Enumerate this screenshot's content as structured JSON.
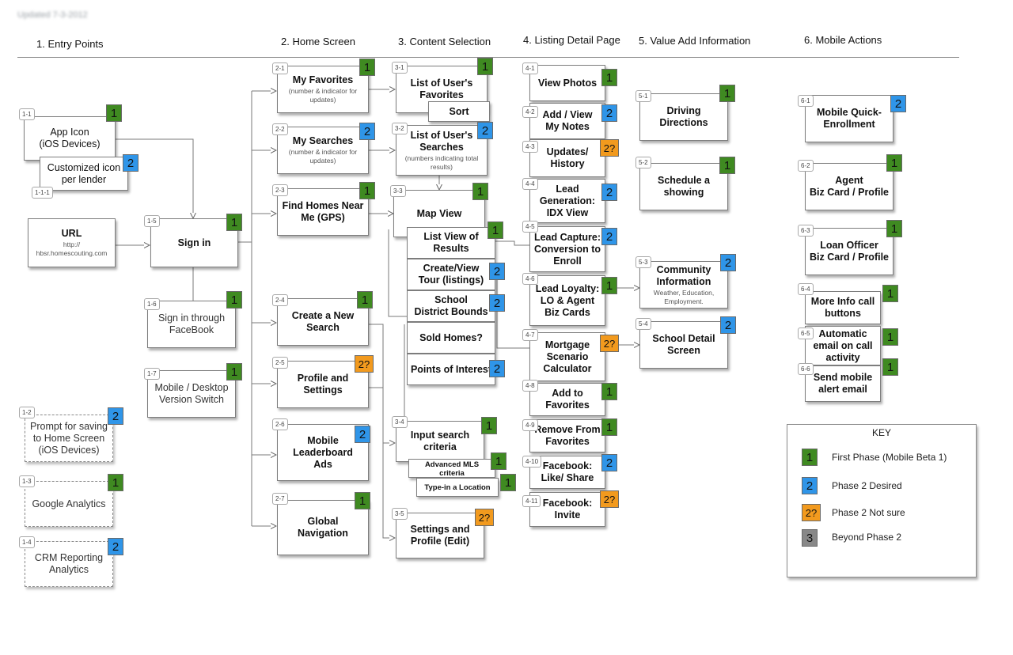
{
  "updated": "Updated 7-3-2012",
  "columns": [
    "1. Entry Points",
    "2. Home Screen",
    "3. Content Selection",
    "4. Listing Detail Page",
    "5. Value Add Information",
    "6. Mobile Actions"
  ],
  "nodes": {
    "n1_1": {
      "id": "1-1",
      "title": "App Icon\n(iOS Devices)",
      "badge": "1",
      "phase": "p1"
    },
    "n1_1_1": {
      "id": "1-1-1",
      "title": "Customized icon\nper lender",
      "badge": "2",
      "phase": "p2"
    },
    "nurl": {
      "title": "URL",
      "sub": "http://\nhbsr.homescouting.com"
    },
    "n1_5": {
      "id": "1-5",
      "title": "Sign in",
      "badge": "1",
      "phase": "p1"
    },
    "n1_6": {
      "id": "1-6",
      "title": "Sign in through\nFaceBook",
      "badge": "1",
      "phase": "p1"
    },
    "n1_7": {
      "id": "1-7",
      "title": "Mobile / Desktop\nVersion Switch",
      "badge": "1",
      "phase": "p1"
    },
    "n1_2": {
      "id": "1-2",
      "title": "Prompt for saving\nto Home Screen\n(iOS Devices)",
      "badge": "2",
      "phase": "p2"
    },
    "n1_3": {
      "id": "1-3",
      "title": "Google Analytics",
      "badge": "1",
      "phase": "p1"
    },
    "n1_4": {
      "id": "1-4",
      "title": "CRM Reporting\nAnalytics",
      "badge": "2",
      "phase": "p2"
    },
    "n2_1": {
      "id": "2-1",
      "title": "My Favorites",
      "sub": "(number & indicator for\nupdates)",
      "badge": "1",
      "phase": "p1"
    },
    "n2_2": {
      "id": "2-2",
      "title": "My Searches",
      "sub": "(number & indicator for\nupdates)",
      "badge": "2",
      "phase": "p2"
    },
    "n2_3": {
      "id": "2-3",
      "title": "Find Homes Near\nMe (GPS)",
      "badge": "1",
      "phase": "p1"
    },
    "n2_4": {
      "id": "2-4",
      "title": "Create a New\nSearch",
      "badge": "1",
      "phase": "p1"
    },
    "n2_5": {
      "id": "2-5",
      "title": "Profile and\nSettings",
      "badge": "2?",
      "phase": "p3"
    },
    "n2_6": {
      "id": "2-6",
      "title": "Mobile\nLeaderboard\nAds",
      "badge": "2",
      "phase": "p2"
    },
    "n2_7": {
      "id": "2-7",
      "title": "Global\nNavigation",
      "badge": "1",
      "phase": "p1"
    },
    "n3_1": {
      "id": "3-1",
      "title": "List of User's\nFavorites",
      "badge": "1",
      "phase": "p1"
    },
    "nsort": {
      "title": "Sort"
    },
    "n3_2": {
      "id": "3-2",
      "title": "List of User's\nSearches",
      "sub": "(numbers indicating total\nresults)",
      "badge": "2",
      "phase": "p2"
    },
    "n3_3": {
      "id": "3-3",
      "title": "Map View",
      "badge": "1",
      "phase": "p1"
    },
    "nlist": {
      "title": "List View of\nResults",
      "badge": "1",
      "phase": "p1"
    },
    "ntour": {
      "title": "Create/View\nTour (listings)",
      "badge": "2",
      "phase": "p2"
    },
    "nschool": {
      "title": "School\nDistrict Bounds",
      "badge": "2",
      "phase": "p2"
    },
    "nsold": {
      "title": "Sold Homes?"
    },
    "npoi": {
      "title": "Points of Interest",
      "badge": "2",
      "phase": "p2"
    },
    "n3_4": {
      "id": "3-4",
      "title": "Input search\ncriteria",
      "badge": "1",
      "phase": "p1"
    },
    "nadv": {
      "title": "Advanced MLS criteria",
      "badge": "1",
      "phase": "p1"
    },
    "nloc": {
      "title": "Type-in a Location",
      "badge": "1",
      "phase": "p1"
    },
    "n3_5": {
      "id": "3-5",
      "title": "Settings and\nProfile (Edit)",
      "badge": "2?",
      "phase": "p3"
    },
    "n4_1": {
      "id": "4-1",
      "title": "View Photos",
      "badge": "1",
      "phase": "p1"
    },
    "n4_2": {
      "id": "4-2",
      "title": "Add / View\nMy Notes",
      "badge": "2",
      "phase": "p2"
    },
    "n4_3": {
      "id": "4-3",
      "title": "Updates/\nHistory",
      "badge": "2?",
      "phase": "p3"
    },
    "n4_4": {
      "id": "4-4",
      "title": "Lead\nGeneration:\nIDX View",
      "badge": "2",
      "phase": "p2"
    },
    "n4_5": {
      "id": "4-5",
      "title": "Lead Capture:\nConversion to\nEnroll",
      "badge": "2",
      "phase": "p2"
    },
    "n4_6": {
      "id": "4-6",
      "title": "Lead Loyalty:\nLO & Agent\nBiz Cards",
      "badge": "1",
      "phase": "p1"
    },
    "n4_7": {
      "id": "4-7",
      "title": "Mortgage\nScenario\nCalculator",
      "badge": "2?",
      "phase": "p3"
    },
    "n4_8": {
      "id": "4-8",
      "title": "Add to\nFavorites",
      "badge": "1",
      "phase": "p1"
    },
    "n4_9": {
      "id": "4-9",
      "title": "Remove From\nFavorites",
      "badge": "1",
      "phase": "p1"
    },
    "n4_10": {
      "id": "4-10",
      "title": "Facebook:\nLike/ Share",
      "badge": "2",
      "phase": "p2"
    },
    "n4_11": {
      "id": "4-11",
      "title": "Facebook:\nInvite",
      "badge": "2?",
      "phase": "p3"
    },
    "n5_1": {
      "id": "5-1",
      "title": "Driving\nDirections",
      "badge": "1",
      "phase": "p1"
    },
    "n5_2": {
      "id": "5-2",
      "title": "Schedule a\nshowing",
      "badge": "1",
      "phase": "p1"
    },
    "n5_3": {
      "id": "5-3",
      "title": "Community\nInformation",
      "sub": "Weather, Education,\nEmployment.",
      "badge": "2",
      "phase": "p2"
    },
    "n5_4": {
      "id": "5-4",
      "title": "School Detail\nScreen",
      "badge": "2",
      "phase": "p2"
    },
    "n6_1": {
      "id": "6-1",
      "title": "Mobile Quick-\nEnrollment",
      "badge": "2",
      "phase": "p2"
    },
    "n6_2": {
      "id": "6-2",
      "title": "Agent\nBiz Card / Profile",
      "badge": "1",
      "phase": "p1"
    },
    "n6_3": {
      "id": "6-3",
      "title": "Loan Officer\nBiz Card / Profile",
      "badge": "1",
      "phase": "p1"
    },
    "n6_4": {
      "id": "6-4",
      "title": "More Info call\nbuttons",
      "badge": "1",
      "phase": "p1"
    },
    "n6_5": {
      "id": "6-5",
      "title": "Automatic\nemail on call\nactivity",
      "badge": "1",
      "phase": "p1"
    },
    "n6_6": {
      "id": "6-6",
      "title": "Send mobile\nalert email",
      "badge": "1",
      "phase": "p1"
    }
  },
  "key": {
    "title": "KEY",
    "items": [
      {
        "badge": "1",
        "phase": "p1",
        "label": "First Phase (Mobile Beta 1)"
      },
      {
        "badge": "2",
        "phase": "p2",
        "label": "Phase 2 Desired"
      },
      {
        "badge": "2?",
        "phase": "p3",
        "label": "Phase 2 Not sure"
      },
      {
        "badge": "3",
        "phase": "p4",
        "label": "Beyond Phase 2"
      }
    ]
  }
}
